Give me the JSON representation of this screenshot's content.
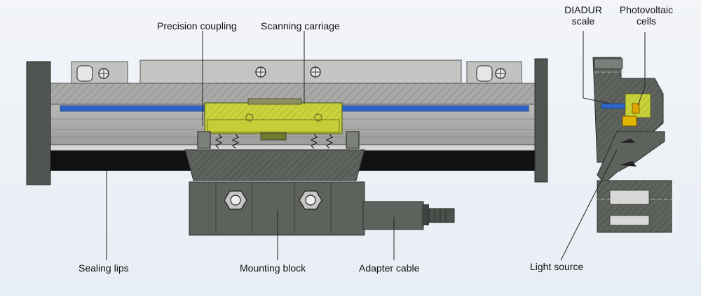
{
  "labels": {
    "precision_coupling": "Precision coupling",
    "scanning_carriage": "Scanning carriage",
    "diadur_scale_line1": "DIADUR",
    "diadur_scale_line2": "scale",
    "photovoltaic_line1": "Photovoltaic",
    "photovoltaic_line2": "cells",
    "sealing_lips": "Sealing lips",
    "mounting_block": "Mounting block",
    "adapter_cable": "Adapter cable",
    "light_source": "Light source"
  },
  "colors": {
    "background": "#eef2f7",
    "housing": "#a6a7a4",
    "housing_dark": "#4f5550",
    "scale_blue": "#2e63c6",
    "carriage_yellow": "#c9d23a",
    "sealing_black": "#111111",
    "mount_gray": "#5e625d"
  }
}
